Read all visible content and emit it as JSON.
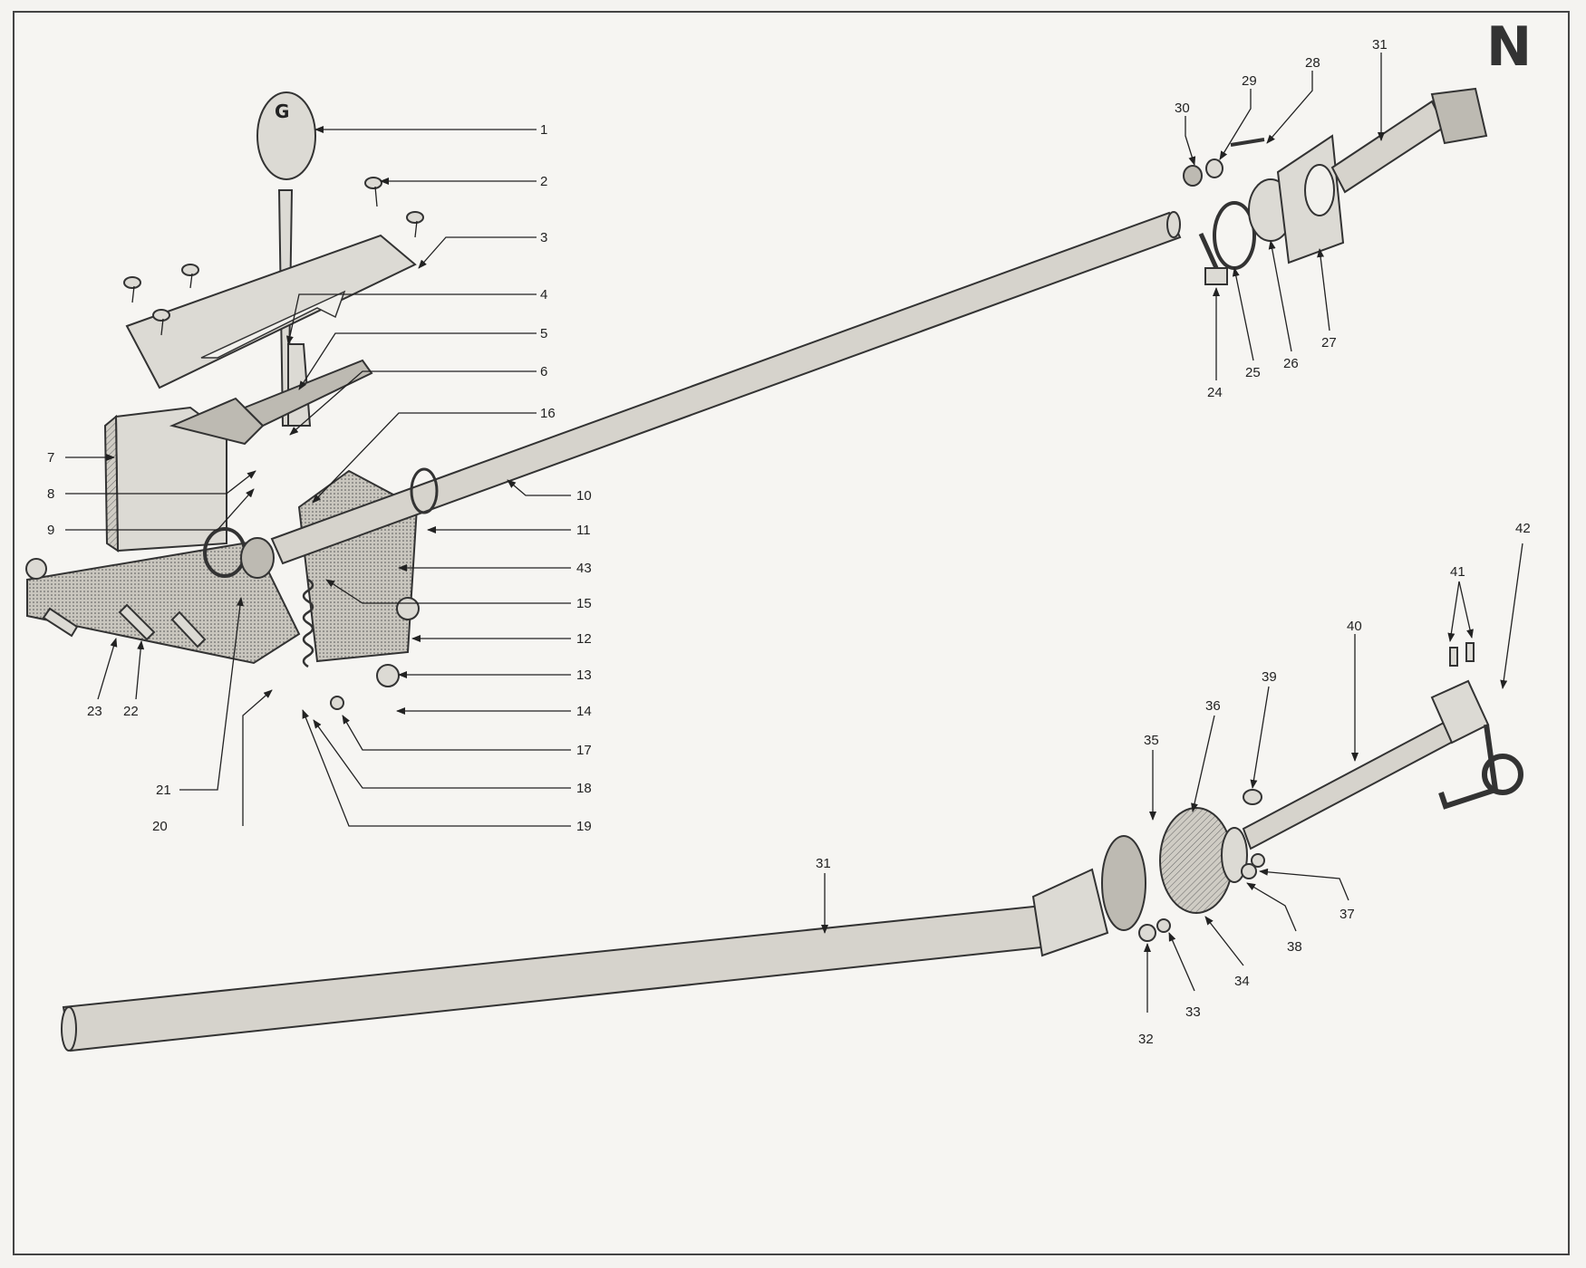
{
  "sheet_letter": "N",
  "callout_numbers": [
    "1",
    "2",
    "3",
    "4",
    "5",
    "6",
    "7",
    "8",
    "9",
    "10",
    "11",
    "12",
    "13",
    "14",
    "15",
    "16",
    "17",
    "18",
    "19",
    "20",
    "21",
    "22",
    "23",
    "24",
    "25",
    "26",
    "27",
    "28",
    "29",
    "30",
    "31",
    "31",
    "32",
    "33",
    "34",
    "35",
    "36",
    "37",
    "38",
    "39",
    "40",
    "41",
    "42",
    "43"
  ],
  "knob_text": "G"
}
